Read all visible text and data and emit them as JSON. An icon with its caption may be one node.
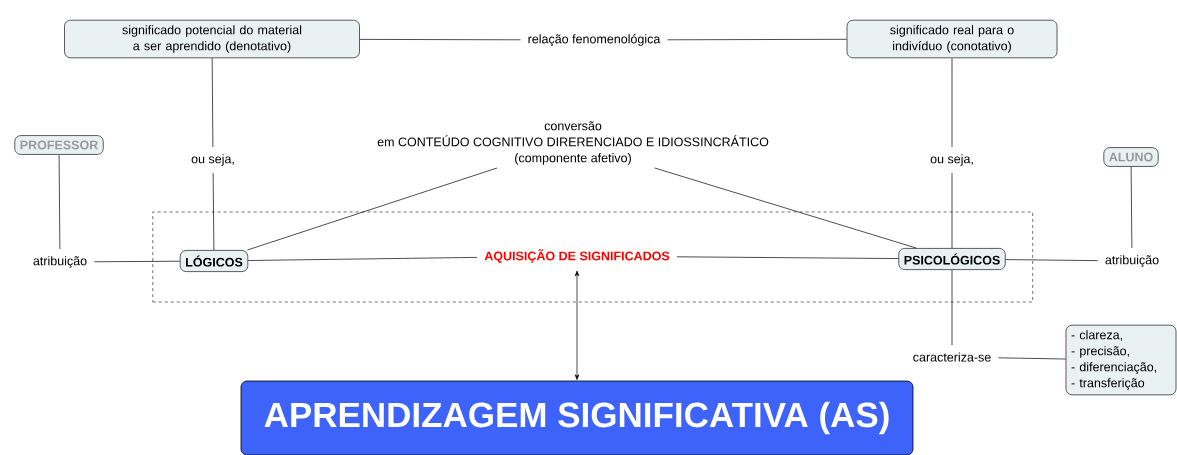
{
  "diagram": {
    "nodes": [
      {
        "text": [
          "significado potencial do material a ser aprendido (denotativo)"
        ]
      },
      {
        "text": [
          "relação fenomenológica"
        ]
      },
      {
        "text": [
          "significado real para o indivíduo (conotativo)"
        ]
      },
      {
        "text": [
          "PROFESSOR"
        ]
      },
      {
        "text": [
          "conversão em CONTEÚDO COGNITIVO DIRERENCIADO E IDIOSSINCRÁTICO (componente afetivo)"
        ]
      },
      {
        "text": [
          "ou seja,"
        ]
      },
      {
        "text": [
          "ou seja,"
        ]
      },
      {
        "text": [
          "ALUNO"
        ]
      },
      {
        "text": [],
        "shape": "box"
      },
      {
        "text": [
          "atribuição"
        ]
      },
      {
        "text": [
          "LÓGICOS"
        ],
        "in": 8
      },
      {
        "text": [
          "AQUISIÇÃO DE SIGNIFICADOS"
        ],
        "in": 8
      },
      {
        "text": [
          "PSICOLÓGICOS"
        ],
        "in": 8
      },
      {
        "text": [
          "atribuição"
        ]
      },
      {
        "text": [
          "caracteriza-se"
        ]
      },
      {
        "text": [
          "- clareza, - precisão, - diferenciação, - transferição"
        ]
      },
      {
        "text": [
          "APRENDIZAGEM SIGNIFICATIVA (AS)"
        ]
      }
    ],
    "edges": [
      {
        "from": 0,
        "to": 1,
        "arrow": "none"
      },
      {
        "from": 1,
        "to": 2,
        "arrow": "none"
      },
      {
        "from": 0,
        "to": 5,
        "arrow": "none"
      },
      {
        "from": 5,
        "to": 10,
        "arrow": "none"
      },
      {
        "from": 2,
        "to": 6,
        "arrow": "none"
      },
      {
        "from": 6,
        "to": 12,
        "arrow": "none"
      },
      {
        "from": 3,
        "to": 9,
        "arrow": "none"
      },
      {
        "from": 9,
        "to": 10,
        "arrow": "none"
      },
      {
        "from": 7,
        "to": 13,
        "arrow": "none"
      },
      {
        "from": 13,
        "to": 12,
        "arrow": "none"
      },
      {
        "from": 10,
        "to": 4,
        "arrow": "none"
      },
      {
        "from": 4,
        "to": 12,
        "arrow": "none"
      },
      {
        "from": 10,
        "to": 11,
        "arrow": "none"
      },
      {
        "from": 11,
        "to": 12,
        "arrow": "none"
      },
      {
        "from": 11,
        "to": 16,
        "arrow": "both"
      },
      {
        "from": 12,
        "to": 14,
        "arrow": "none"
      },
      {
        "from": 14,
        "to": 15,
        "arrow": "none"
      }
    ]
  }
}
